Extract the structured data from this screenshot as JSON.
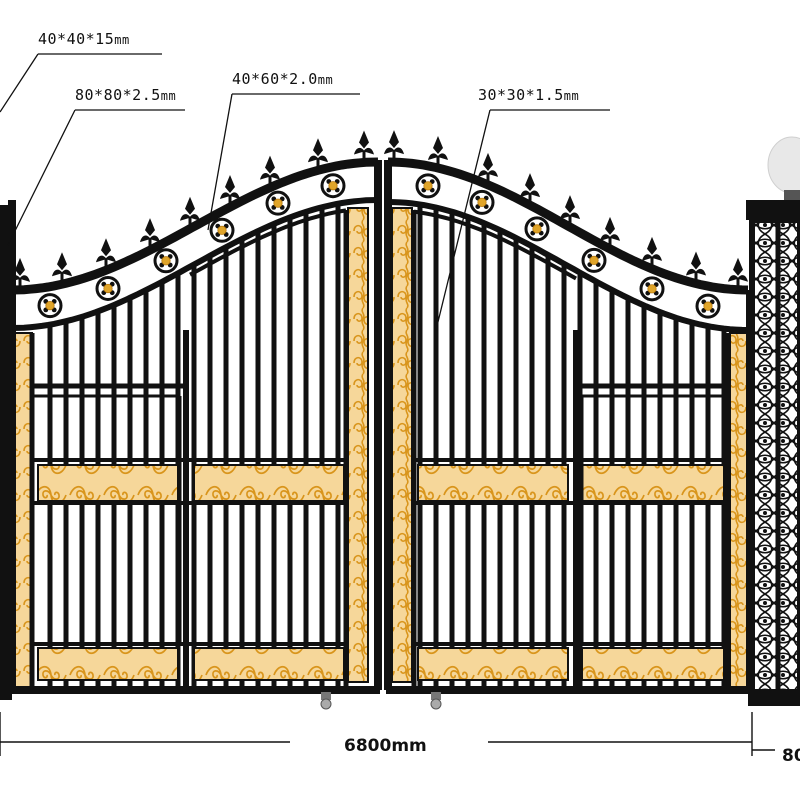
{
  "drawing": {
    "callouts": [
      {
        "id": "post",
        "value": "40*40*15",
        "unit": "mm"
      },
      {
        "id": "frame",
        "value": "80*80*2.5",
        "unit": "mm"
      },
      {
        "id": "top-rail",
        "value": "40*60*2.0",
        "unit": "mm"
      },
      {
        "id": "bar",
        "value": "30*30*1.5",
        "unit": "mm"
      }
    ],
    "dimensions": {
      "overall_width": "6800mm",
      "pillar_width_partial": "80"
    },
    "colors": {
      "iron": "#111111",
      "gold": "#e0a52a",
      "gold_dark": "#b87a10",
      "background": "#ffffff",
      "globe": "#e8e8e8"
    }
  }
}
